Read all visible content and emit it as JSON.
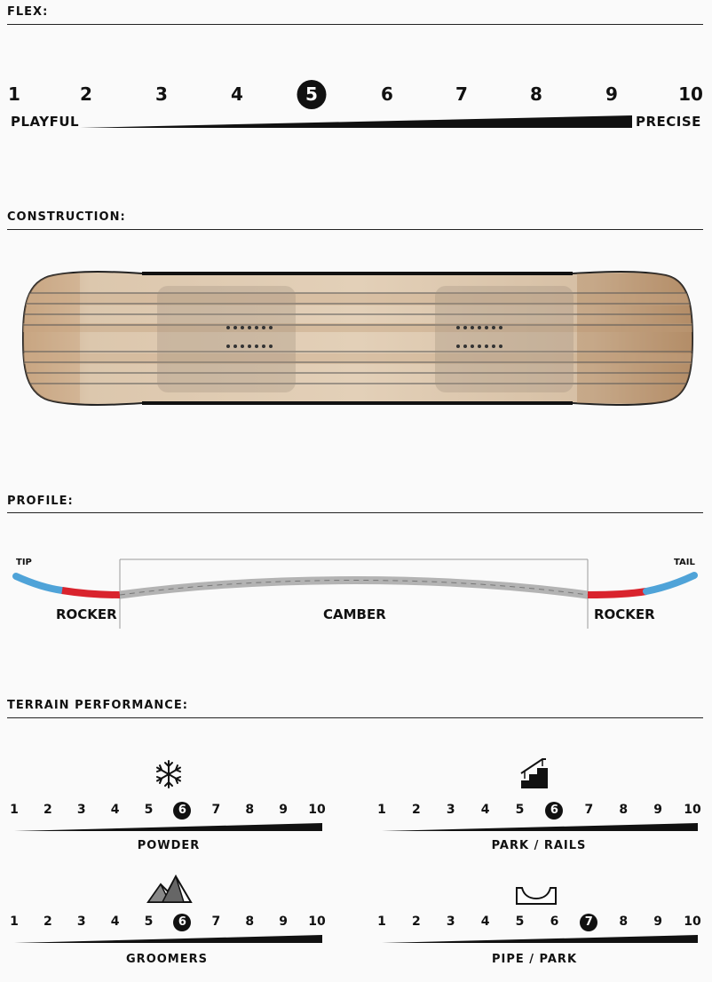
{
  "flex": {
    "title": "FLEX:",
    "numbers": [
      "1",
      "2",
      "3",
      "4",
      "5",
      "6",
      "7",
      "8",
      "9",
      "10"
    ],
    "selected": 5,
    "left_label": "PLAYFUL",
    "right_label": "PRECISE"
  },
  "construction": {
    "title": "CONSTRUCTION:"
  },
  "profile": {
    "title": "PROFILE:",
    "tip": "TIP",
    "tail": "TAIL",
    "rocker_left": "ROCKER",
    "camber": "CAMBER",
    "rocker_right": "ROCKER",
    "colors": {
      "tip": "#4fa3d8",
      "rocker": "#d9232d",
      "camber": "#b3b3b3"
    }
  },
  "terrain": {
    "title": "TERRAIN PERFORMANCE:",
    "numbers": [
      "1",
      "2",
      "3",
      "4",
      "5",
      "6",
      "7",
      "8",
      "9",
      "10"
    ],
    "items": [
      {
        "label": "POWDER",
        "icon": "snowflake-icon",
        "selected": 6
      },
      {
        "label": "PARK / RAILS",
        "icon": "stairs-rail-icon",
        "selected": 6
      },
      {
        "label": "GROOMERS",
        "icon": "mountains-icon",
        "selected": 6
      },
      {
        "label": "PIPE / PARK",
        "icon": "halfpipe-icon",
        "selected": 7
      }
    ]
  }
}
